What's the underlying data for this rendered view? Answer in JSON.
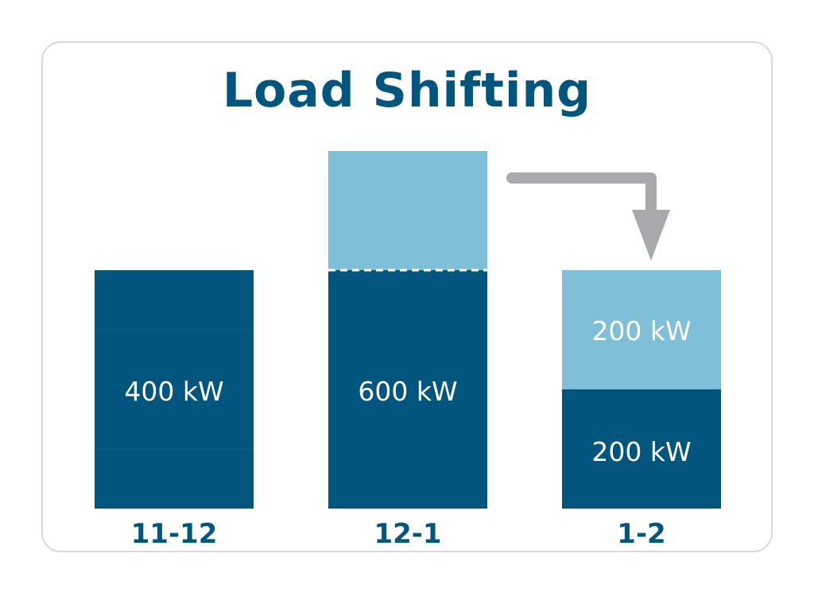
{
  "colors": {
    "base": "#02567d",
    "shifted": "#7fbfd8",
    "arrow": "#a7a9ac",
    "text_dark": "#02567d",
    "text_light": "#ffffff"
  },
  "chart_data": {
    "type": "bar",
    "title": "Load Shifting",
    "categories": [
      "11-12",
      "12-1",
      "1-2"
    ],
    "series": [
      {
        "values": [
          400,
          600,
          200
        ]
      },
      {
        "values": [
          0,
          200,
          200
        ]
      }
    ],
    "data_labels": [
      [
        "400 kW",
        "600 kW",
        "200 kW"
      ],
      [
        "",
        "",
        "200 kW"
      ]
    ],
    "ylim": [
      0,
      800
    ],
    "stacked": true,
    "grid": false,
    "legend": "none"
  }
}
